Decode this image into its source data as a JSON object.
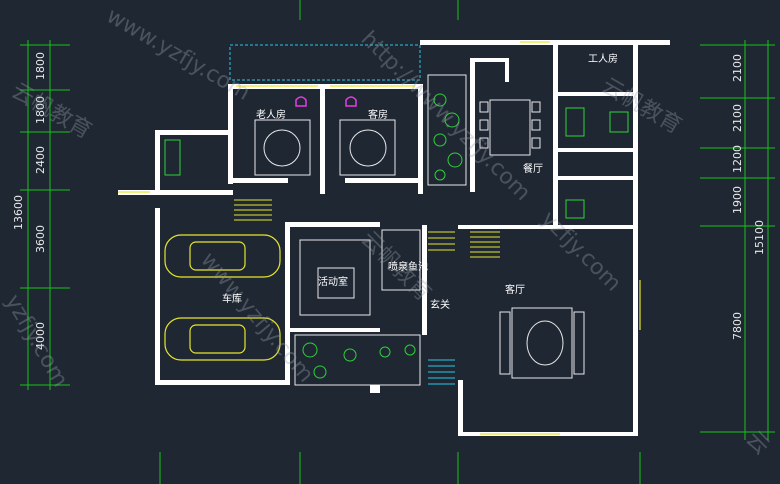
{
  "colors": {
    "background": "#1f2733",
    "wall": "#ffffff",
    "dimension_line": "#18c218",
    "furniture": "#e6e62a",
    "cyan_outline": "#28c8e6",
    "plant": "#2fd03a",
    "magenta": "#e63ce6"
  },
  "dimensions": {
    "left": {
      "segments": [
        "1800",
        "1800",
        "2400",
        "3600",
        "4000"
      ],
      "total": "13600"
    },
    "right": {
      "segments": [
        "2100",
        "2100",
        "1200",
        "1900",
        "7800"
      ],
      "total": "15100"
    }
  },
  "rooms": {
    "elder_room": "老人房",
    "guest_room": "客房",
    "worker_room": "工人房",
    "dining": "餐厅",
    "activity": "活动室",
    "fountain_pool": "喷泉鱼池",
    "garage": "车库",
    "foyer": "玄关",
    "living": "客厅"
  },
  "watermarks": [
    "www.yzfjy.com",
    "http://www.yzfjy.com",
    "云帆教育",
    "云帆教育",
    "yzfjy.com",
    "www.yzfjy.com",
    "yzfjy.com",
    "云帆教育",
    "云"
  ]
}
